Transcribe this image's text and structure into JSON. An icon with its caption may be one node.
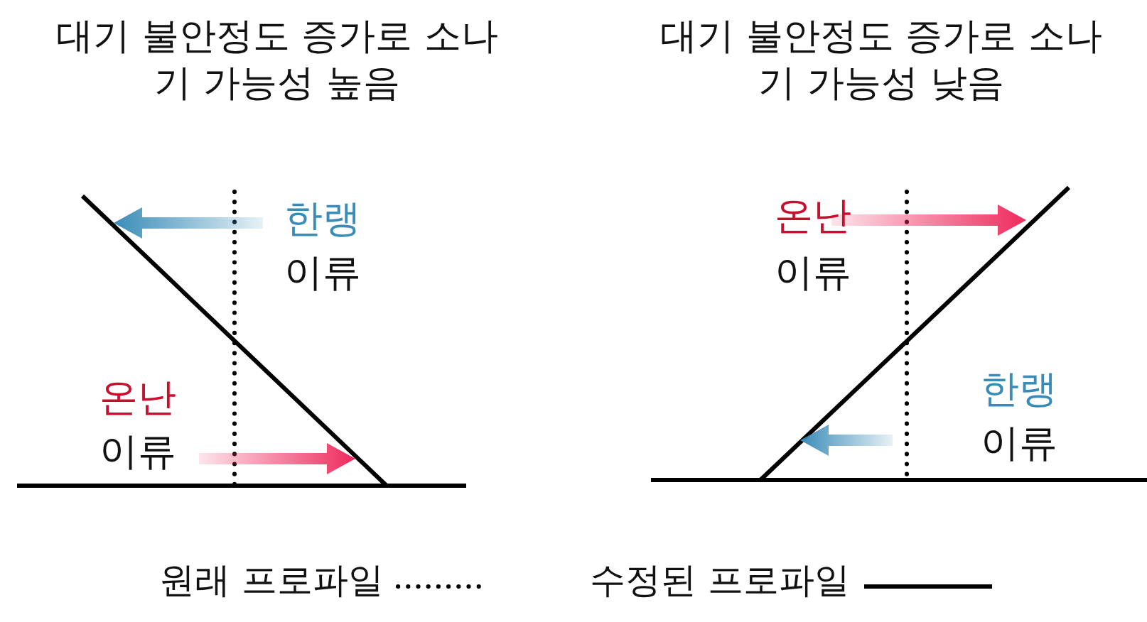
{
  "diagram": {
    "labels": [
      "대기 불안정도 증가로 소나기 가능성 높음",
      "대기 불안정도 증가로 소나기 가능성 낮음",
      "한랭",
      "이류",
      "온난",
      "이류",
      "온난",
      "이류",
      "한랭",
      "이류"
    ],
    "legend": [
      {
        "text": "원래 프로파일"
      },
      {
        "text": "수정된 프로파일"
      }
    ]
  }
}
